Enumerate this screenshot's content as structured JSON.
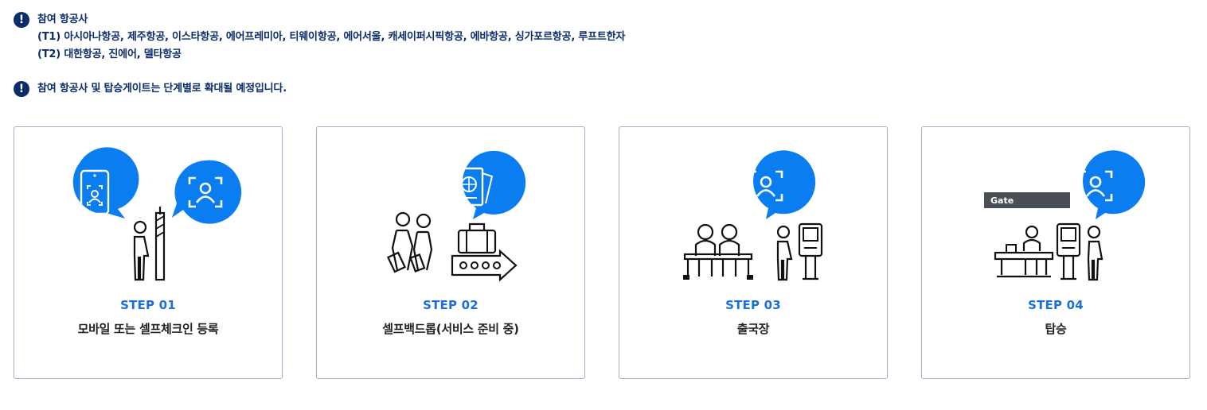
{
  "notices": [
    {
      "icon": "exclamation-icon",
      "lines": [
        "참여 항공사",
        "(T1) 아시아나항공, 제주항공, 이스타항공, 에어프레미아, 티웨이항공, 에어서울, 캐세이퍼시픽항공, 에바항공, 싱가포르항공, 루프트한자",
        "(T2) 대한항공, 진에어, 델타항공"
      ]
    },
    {
      "icon": "exclamation-icon",
      "lines": [
        "참여 항공사 및 탑승게이트는 단계별로 확대될 예정입니다."
      ]
    }
  ],
  "steps": [
    {
      "label": "STEP 01",
      "title": "모바일 또는 셀프체크인 등록",
      "icon": "mobile-face-registration-icon"
    },
    {
      "label": "STEP 02",
      "title": "셀프백드롭(서비스 준비 중)",
      "icon": "passport-baggage-drop-icon"
    },
    {
      "label": "STEP 03",
      "title": "출국장",
      "icon": "departure-face-scan-icon"
    },
    {
      "label": "STEP 04",
      "title": "탑승",
      "icon": "boarding-gate-face-scan-icon"
    }
  ],
  "gate_sign": "Gate",
  "colors": {
    "accent": "#0a7df0",
    "notice": "#0b2c6b",
    "step": "#1a6fd8",
    "border": "#9fb0c8"
  }
}
